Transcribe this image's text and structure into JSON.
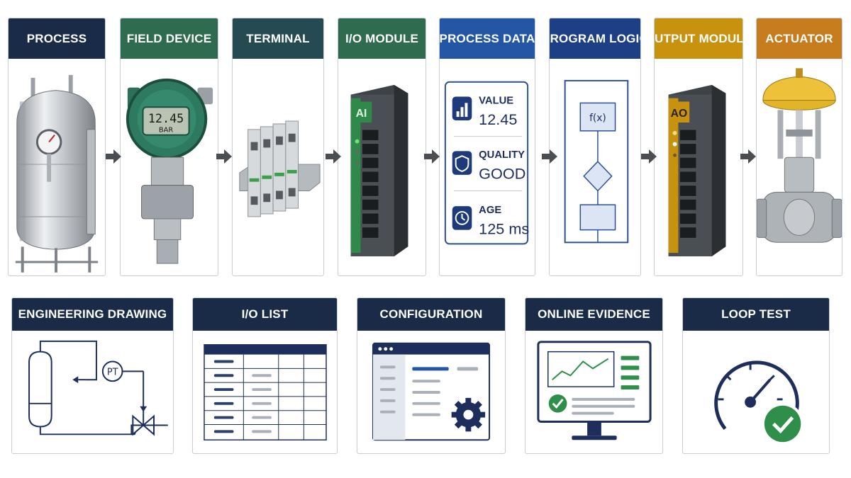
{
  "colors": {
    "navy": "#1a2b48",
    "green": "#2f6b4e",
    "teal": "#264a52",
    "blue": "#2456a6",
    "deep_blue": "#1c3f86",
    "amber": "#c8920f",
    "orange": "#c77d1e"
  },
  "top_row": [
    {
      "title": "PROCESS"
    },
    {
      "title": "FIELD DEVICE",
      "display": "12.45",
      "unit": "BAR"
    },
    {
      "title": "TERMINAL"
    },
    {
      "title": "I/O MODULE",
      "badge": "AI"
    },
    {
      "title": "PROCESS DATA"
    },
    {
      "title": "PROGRAM LOGIC",
      "function_label": "f(x)"
    },
    {
      "title": "OUTPUT MODULE",
      "badge": "AO"
    },
    {
      "title": "ACTUATOR"
    }
  ],
  "process_data": {
    "value_label": "VALUE",
    "value": "12.45",
    "quality_label": "QUALITY",
    "quality": "GOOD",
    "age_label": "AGE",
    "age": "125 ms"
  },
  "bottom_row": [
    {
      "title": "ENGINEERING DRAWING",
      "instrument_tag": "PT"
    },
    {
      "title": "I/O LIST"
    },
    {
      "title": "CONFIGURATION"
    },
    {
      "title": "ONLINE EVIDENCE"
    },
    {
      "title": "LOOP TEST"
    }
  ]
}
